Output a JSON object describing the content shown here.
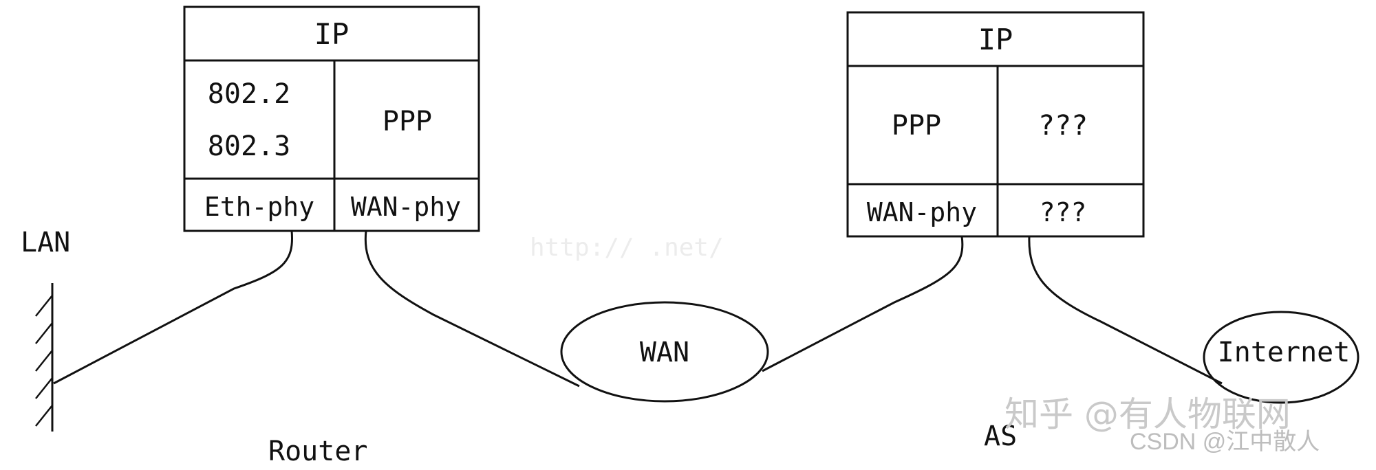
{
  "left_stack": {
    "top": "IP",
    "mid_left_line1": "802.2",
    "mid_left_line2": "802.3",
    "mid_right": "PPP",
    "bottom_left": "Eth-phy",
    "bottom_right": "WAN-phy"
  },
  "right_stack": {
    "top": "IP",
    "mid_left": "PPP",
    "mid_right": "???",
    "bottom_left": "WAN-phy",
    "bottom_right": "???"
  },
  "labels": {
    "lan": "LAN",
    "router": "Router",
    "wan": "WAN",
    "internet": "Internet",
    "as": "AS"
  },
  "watermarks": {
    "zhihu": "知乎 @有人物联网",
    "csdn": "CSDN @江中散人",
    "faint_url": "http://                  .net/"
  }
}
